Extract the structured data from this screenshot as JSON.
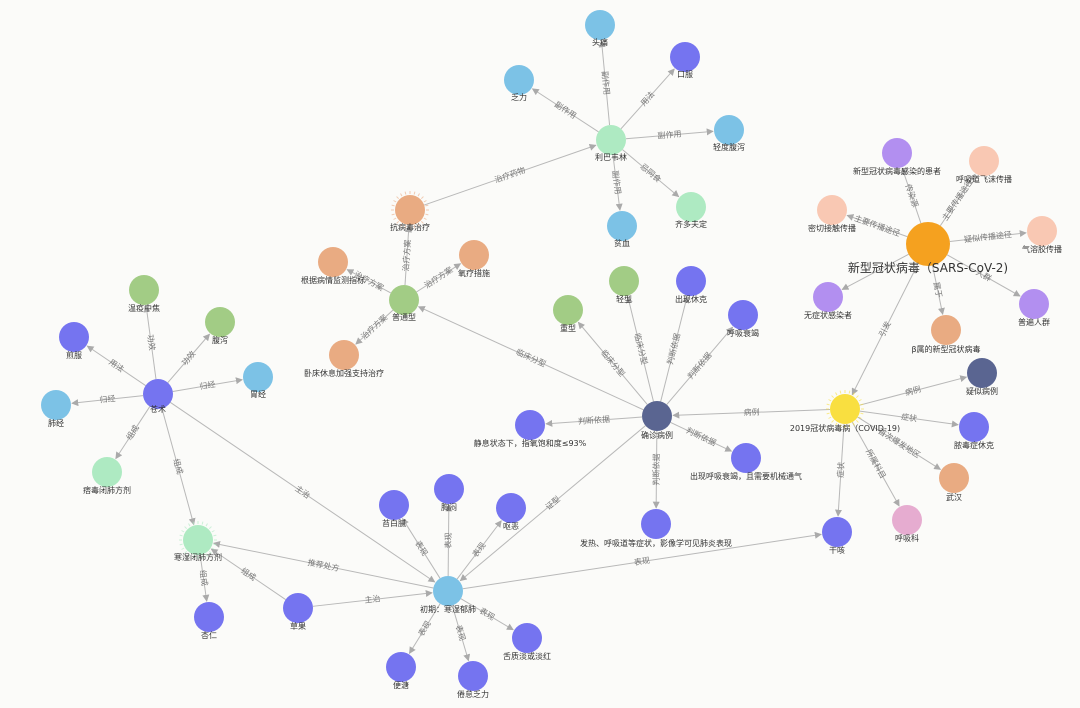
{
  "graph": {
    "colors": {
      "background": "#fbfbf9",
      "orange": "#f5a11f",
      "yellow": "#f9df40",
      "navy": "#5a6591",
      "light_green": "#aeeac2",
      "green": "#a2cc85",
      "peach": "#e9ab82",
      "light_peach": "#f9c8b3",
      "sky": "#7cc2e6",
      "blue_violet": "#7574f0",
      "lilac": "#b28ff0",
      "pink": "#e6acd0",
      "edge": "#b8b8b8",
      "edge_label": "#777777"
    },
    "nodes": [
      {
        "id": "sars",
        "label": "新型冠状病毒（SARS-CoV-2)",
        "color": "orange",
        "big": true
      },
      {
        "id": "covid",
        "label": "2019冠状病毒病（COVID-19)",
        "color": "yellow",
        "starburst": true
      },
      {
        "id": "confirmed",
        "label": "确诊病例",
        "color": "navy"
      },
      {
        "id": "suspected",
        "label": "疑似病例",
        "color": "navy"
      },
      {
        "id": "lpv",
        "label": "利巴韦林",
        "color": "light_green"
      },
      {
        "id": "antiviral",
        "label": "抗病毒治疗",
        "color": "peach",
        "starburst": true
      },
      {
        "id": "ordinary",
        "label": "普通型",
        "color": "green"
      },
      {
        "id": "cangzhu",
        "label": "苍术",
        "color": "blue_violet"
      },
      {
        "id": "early",
        "label": "初期：寒湿郁肺",
        "color": "sky"
      },
      {
        "id": "hanshi_fang",
        "label": "寒湿闭肺方剂",
        "color": "light_green",
        "starburst": true
      },
      {
        "id": "toutong",
        "label": "头痛",
        "color": "sky"
      },
      {
        "id": "fali",
        "label": "乏力",
        "color": "sky"
      },
      {
        "id": "koufu",
        "label": "口服",
        "color": "blue_violet"
      },
      {
        "id": "qingdu_fuxie",
        "label": "轻度腹泻",
        "color": "sky"
      },
      {
        "id": "qiduo",
        "label": "齐多夫定",
        "color": "light_green"
      },
      {
        "id": "pinxue",
        "label": "贫血",
        "color": "sky"
      },
      {
        "id": "mi_jie",
        "label": "新型冠状病毒感染的患者",
        "color": "lilac"
      },
      {
        "id": "huxidao",
        "label": "呼吸道飞沫传播",
        "color": "light_peach"
      },
      {
        "id": "miqie",
        "label": "密切接触传播",
        "color": "light_peach"
      },
      {
        "id": "qirongjiao",
        "label": "气溶胶传播",
        "color": "light_peach"
      },
      {
        "id": "wuzhengzhuang",
        "label": "无症状感染者",
        "color": "lilac"
      },
      {
        "id": "putong_renqun",
        "label": "普遍人群",
        "color": "lilac"
      },
      {
        "id": "beta",
        "label": "β属的新型冠状病毒",
        "color": "peach"
      },
      {
        "id": "nongdu",
        "label": "脓毒症休克",
        "color": "blue_violet"
      },
      {
        "id": "wuhan",
        "label": "武汉",
        "color": "peach"
      },
      {
        "id": "huxike",
        "label": "呼吸科",
        "color": "pink"
      },
      {
        "id": "ganke",
        "label": "干咳",
        "color": "blue_violet"
      },
      {
        "id": "qingxing",
        "label": "轻型",
        "color": "green"
      },
      {
        "id": "chuxian_xiuke",
        "label": "出现休克",
        "color": "blue_violet"
      },
      {
        "id": "huxi_shuaijie",
        "label": "呼吸衰竭",
        "color": "blue_violet"
      },
      {
        "id": "zhongxing",
        "label": "重型",
        "color": "green"
      },
      {
        "id": "jingxi",
        "label": "静息状态下，指氧饱和度≤93%",
        "color": "blue_violet"
      },
      {
        "id": "jixie",
        "label": "出现呼吸衰竭，且需要机械通气",
        "color": "blue_violet"
      },
      {
        "id": "fare",
        "label": "发热、呼吸道等症状，影像学可见肺炎表现",
        "color": "blue_violet"
      },
      {
        "id": "genju",
        "label": "根据病情监测指标",
        "color": "peach"
      },
      {
        "id": "yangliao",
        "label": "氧疗措施",
        "color": "peach"
      },
      {
        "id": "woshang",
        "label": "卧床休息加强支持治疗",
        "color": "peach"
      },
      {
        "id": "wenyi",
        "label": "温疫中焦",
        "color": "green"
      },
      {
        "id": "fuxie",
        "label": "腹泻",
        "color": "green"
      },
      {
        "id": "weijing",
        "label": "胃经",
        "color": "sky"
      },
      {
        "id": "piyan",
        "label": "肺经",
        "color": "sky"
      },
      {
        "id": "jianzhang",
        "label": "煎服",
        "color": "blue_violet"
      },
      {
        "id": "tangyao",
        "label": "痞毒闭肺方剂",
        "color": "light_green"
      },
      {
        "id": "xingbi",
        "label": "杏仁",
        "color": "blue_violet"
      },
      {
        "id": "caoguo",
        "label": "草果",
        "color": "blue_violet"
      },
      {
        "id": "xiongmen",
        "label": "胸闷",
        "color": "blue_violet"
      },
      {
        "id": "shebai",
        "label": "苔白腻",
        "color": "blue_violet"
      },
      {
        "id": "ouyu",
        "label": "呕恶",
        "color": "blue_violet"
      },
      {
        "id": "biantang",
        "label": "便溏",
        "color": "blue_violet"
      },
      {
        "id": "juanfa",
        "label": "倦怠乏力",
        "color": "blue_violet"
      },
      {
        "id": "shedan",
        "label": "舌质淡或淡红",
        "color": "blue_violet"
      }
    ],
    "edges": [
      {
        "from": "lpv",
        "to": "toutong",
        "label": "副作用"
      },
      {
        "from": "lpv",
        "to": "fali",
        "label": "副作用"
      },
      {
        "from": "lpv",
        "to": "koufu",
        "label": "用法"
      },
      {
        "from": "lpv",
        "to": "qingdu_fuxie",
        "label": "副作用"
      },
      {
        "from": "lpv",
        "to": "qiduo",
        "label": "忌同食"
      },
      {
        "from": "lpv",
        "to": "pinxue",
        "label": "副作用"
      },
      {
        "from": "antiviral",
        "to": "lpv",
        "label": "治疗药物"
      },
      {
        "from": "ordinary",
        "to": "antiviral",
        "label": "治疗方案"
      },
      {
        "from": "ordinary",
        "to": "genju",
        "label": "治疗方案"
      },
      {
        "from": "ordinary",
        "to": "yangliao",
        "label": "治疗方案"
      },
      {
        "from": "ordinary",
        "to": "woshang",
        "label": "治疗方案"
      },
      {
        "from": "sars",
        "to": "mi_jie",
        "label": "传染源"
      },
      {
        "from": "sars",
        "to": "huxidao",
        "label": "主要传播途径"
      },
      {
        "from": "sars",
        "to": "miqie",
        "label": "主要传播途径"
      },
      {
        "from": "sars",
        "to": "qirongjiao",
        "label": "疑似传播途径"
      },
      {
        "from": "sars",
        "to": "wuzhengzhuang",
        "label": ""
      },
      {
        "from": "sars",
        "to": "putong_renqun",
        "label": "人群"
      },
      {
        "from": "sars",
        "to": "beta",
        "label": "属于"
      },
      {
        "from": "sars",
        "to": "covid",
        "label": "引发"
      },
      {
        "from": "covid",
        "to": "suspected",
        "label": "病例"
      },
      {
        "from": "covid",
        "to": "nongdu",
        "label": "症状"
      },
      {
        "from": "covid",
        "to": "wuhan",
        "label": "首次爆发地区"
      },
      {
        "from": "covid",
        "to": "huxike",
        "label": "所属科目"
      },
      {
        "from": "covid",
        "to": "ganke",
        "label": "症状"
      },
      {
        "from": "covid",
        "to": "confirmed",
        "label": "病例"
      },
      {
        "from": "confirmed",
        "to": "ordinary",
        "label": "临床分型"
      },
      {
        "from": "confirmed",
        "to": "zhongxing",
        "label": "临床分型"
      },
      {
        "from": "confirmed",
        "to": "qingxing",
        "label": "临床分型"
      },
      {
        "from": "confirmed",
        "to": "chuxian_xiuke",
        "label": "判断依据"
      },
      {
        "from": "confirmed",
        "to": "huxi_shuaijie",
        "label": "判断依据"
      },
      {
        "from": "confirmed",
        "to": "jingxi",
        "label": "判断依据"
      },
      {
        "from": "confirmed",
        "to": "jixie",
        "label": "判断依据"
      },
      {
        "from": "confirmed",
        "to": "fare",
        "label": "判断依据"
      },
      {
        "from": "confirmed",
        "to": "early",
        "label": "证型"
      },
      {
        "from": "cangzhu",
        "to": "wenyi",
        "label": "功效"
      },
      {
        "from": "cangzhu",
        "to": "fuxie",
        "label": "功效"
      },
      {
        "from": "cangzhu",
        "to": "weijing",
        "label": "归经"
      },
      {
        "from": "cangzhu",
        "to": "piyan",
        "label": "归经"
      },
      {
        "from": "cangzhu",
        "to": "jianzhang",
        "label": "用法"
      },
      {
        "from": "cangzhu",
        "to": "tangyao",
        "label": "组成"
      },
      {
        "from": "cangzhu",
        "to": "hanshi_fang",
        "label": "组成"
      },
      {
        "from": "cangzhu",
        "to": "early",
        "label": "主治"
      },
      {
        "from": "early",
        "to": "hanshi_fang",
        "label": "推荐处方"
      },
      {
        "from": "hanshi_fang",
        "to": "xingbi",
        "label": "组成"
      },
      {
        "from": "caoguo",
        "to": "hanshi_fang",
        "label": "组成"
      },
      {
        "from": "caoguo",
        "to": "early",
        "label": "主治"
      },
      {
        "from": "early",
        "to": "shebai",
        "label": "表现"
      },
      {
        "from": "early",
        "to": "xiongmen",
        "label": "表现"
      },
      {
        "from": "early",
        "to": "ouyu",
        "label": "表现"
      },
      {
        "from": "early",
        "to": "shedan",
        "label": "表现"
      },
      {
        "from": "early",
        "to": "biantang",
        "label": "表现"
      },
      {
        "from": "early",
        "to": "juanfa",
        "label": "表现"
      },
      {
        "from": "early",
        "to": "ganke",
        "label": "表现"
      }
    ]
  }
}
